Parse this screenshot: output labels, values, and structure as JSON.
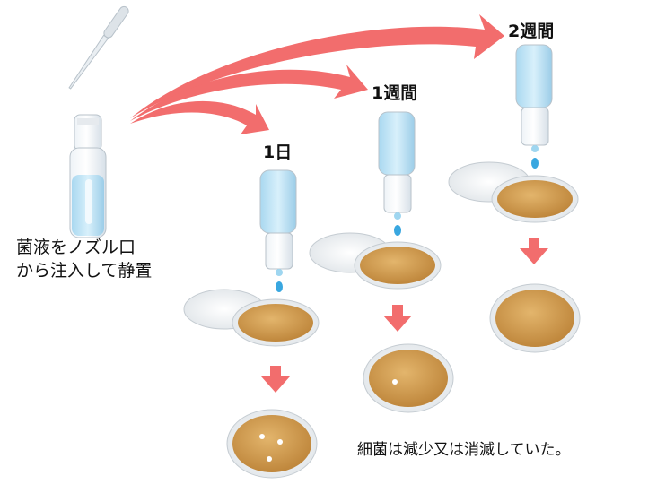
{
  "instruction": {
    "line1": "菌液をノズル口",
    "line2": "から注入して静置"
  },
  "stages": [
    {
      "label": "1日"
    },
    {
      "label": "1週間"
    },
    {
      "label": "2週間"
    }
  ],
  "result": "細菌は減少又は消滅していた。",
  "colors": {
    "arrow": "#f26d6d",
    "agar": "#d9a35a",
    "bottle_liquid": "#bfe3f5",
    "drop": "#39a7e0"
  }
}
